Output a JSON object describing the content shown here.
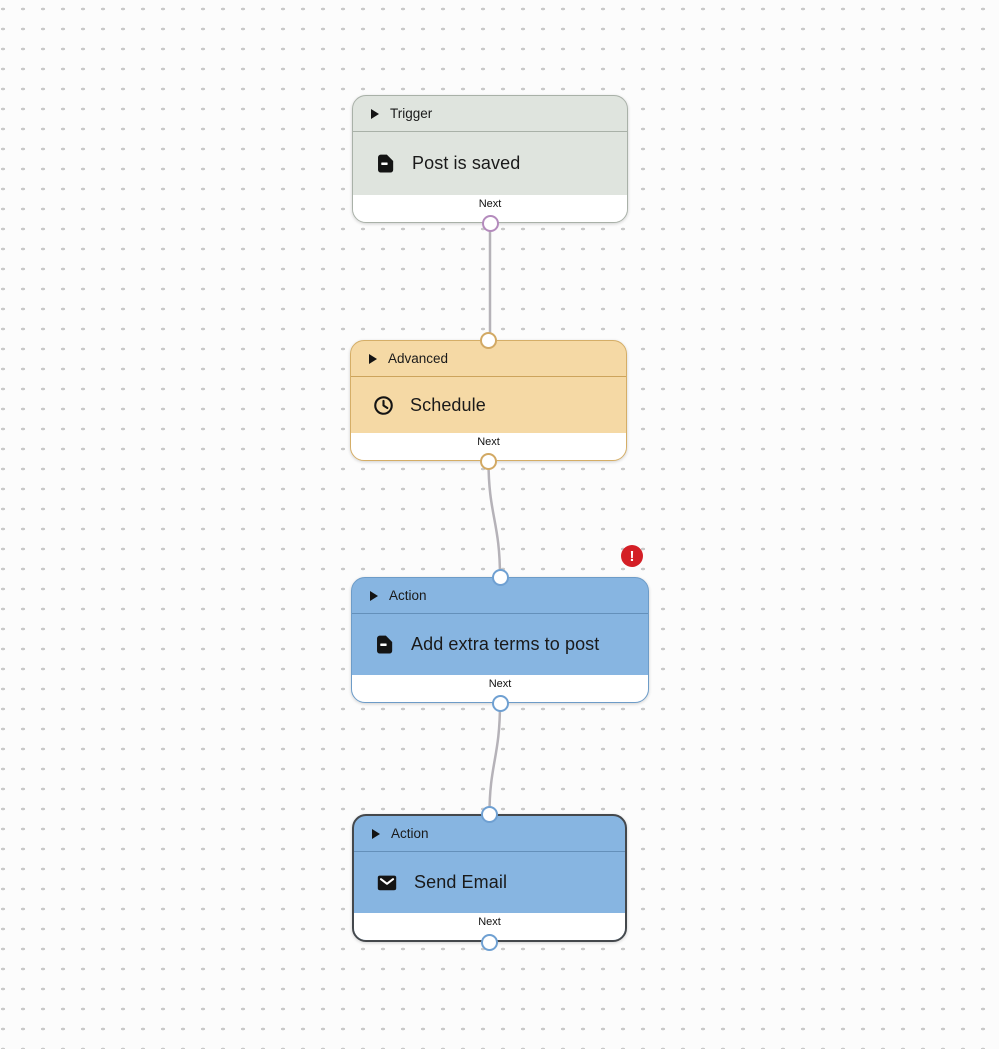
{
  "canvas": {
    "background_color": "#fcfcfc",
    "dot_color": "#c9c9c9",
    "edge_color": "#b5b2b8"
  },
  "nodes": [
    {
      "category_label": "Trigger",
      "title": "Post is saved",
      "icon": "post-document-icon",
      "footer_label": "Next",
      "has_error": false,
      "selected": false,
      "colors": {
        "fill": "#dfe4de",
        "border": "#a9b1a8",
        "port_ring": "#b48bbd"
      }
    },
    {
      "category_label": "Advanced",
      "title": "Schedule",
      "icon": "clock-icon",
      "footer_label": "Next",
      "has_error": false,
      "selected": false,
      "colors": {
        "fill": "#f5d9a5",
        "border": "#d5ae67",
        "port_ring": "#d2a964"
      }
    },
    {
      "category_label": "Action",
      "title": "Add extra terms to post",
      "icon": "post-document-icon",
      "footer_label": "Next",
      "has_error": true,
      "selected": false,
      "colors": {
        "fill": "#87b5e1",
        "border": "#6d9cc8",
        "port_ring": "#6fa0d2"
      }
    },
    {
      "category_label": "Action",
      "title": "Send Email",
      "icon": "envelope-icon",
      "footer_label": "Next",
      "has_error": false,
      "selected": true,
      "colors": {
        "fill": "#87b5e1",
        "border": "#44484c",
        "port_ring": "#6fa0d2"
      }
    }
  ],
  "edges": [
    {
      "from": "Post is saved",
      "to": "Schedule"
    },
    {
      "from": "Schedule",
      "to": "Add extra terms to post"
    },
    {
      "from": "Add extra terms to post",
      "to": "Send Email"
    }
  ],
  "error_badge": {
    "symbol": "!",
    "color": "#d41f26"
  }
}
